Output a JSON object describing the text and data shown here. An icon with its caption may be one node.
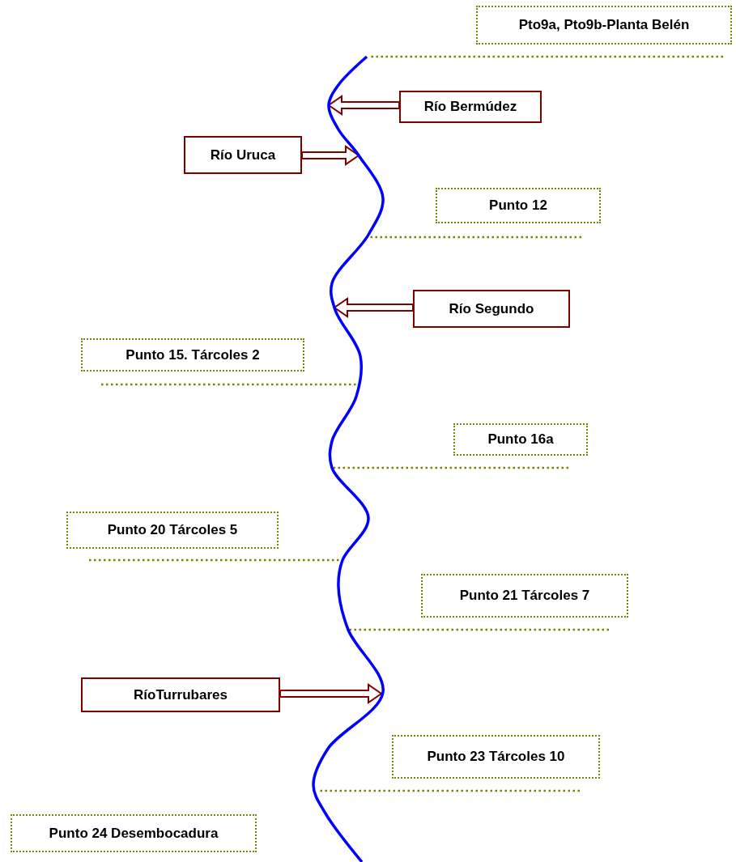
{
  "diagram": {
    "nodes": [
      {
        "text": [],
        "shape": "line"
      },
      {
        "text": [
          "Pto9a, Pto9b-Planta Belén"
        ]
      },
      {
        "text": [
          "Río Bermúdez"
        ]
      },
      {
        "text": [
          "Río Uruca"
        ]
      },
      {
        "text": [
          "Punto 12"
        ]
      },
      {
        "text": [
          "Río Segundo"
        ]
      },
      {
        "text": [
          "Punto 15. Tárcoles 2"
        ]
      },
      {
        "text": [
          "Punto 16a"
        ]
      },
      {
        "text": [
          "Punto 20 Tárcoles 5"
        ]
      },
      {
        "text": [
          "Punto 21 Tárcoles 7"
        ]
      },
      {
        "text": [
          "RíoTurrubares"
        ]
      },
      {
        "text": [
          "Punto 23 Tárcoles 10"
        ]
      },
      {
        "text": [
          "Punto 24 Desembocadura"
        ]
      }
    ],
    "edges": [
      {
        "from": null,
        "to": 0,
        "arrow": "none",
        "style": "dashed"
      },
      {
        "from": 2,
        "to": 0,
        "arrow": "to",
        "color": "#800000"
      },
      {
        "from": 3,
        "to": 0,
        "arrow": "to",
        "color": "#800000"
      },
      {
        "from": null,
        "to": 0,
        "arrow": "none",
        "style": "dashed"
      },
      {
        "from": 5,
        "to": 0,
        "arrow": "to",
        "color": "#800000"
      },
      {
        "from": null,
        "to": 0,
        "arrow": "none",
        "style": "dashed"
      },
      {
        "from": null,
        "to": 0,
        "arrow": "none",
        "style": "dashed"
      },
      {
        "from": null,
        "to": 0,
        "arrow": "none",
        "style": "dashed"
      },
      {
        "from": null,
        "to": 0,
        "arrow": "none",
        "style": "dashed"
      },
      {
        "from": 10,
        "to": 0,
        "arrow": "to",
        "color": "#800000"
      },
      {
        "from": null,
        "to": 0,
        "arrow": "none",
        "style": "dashed"
      }
    ]
  }
}
